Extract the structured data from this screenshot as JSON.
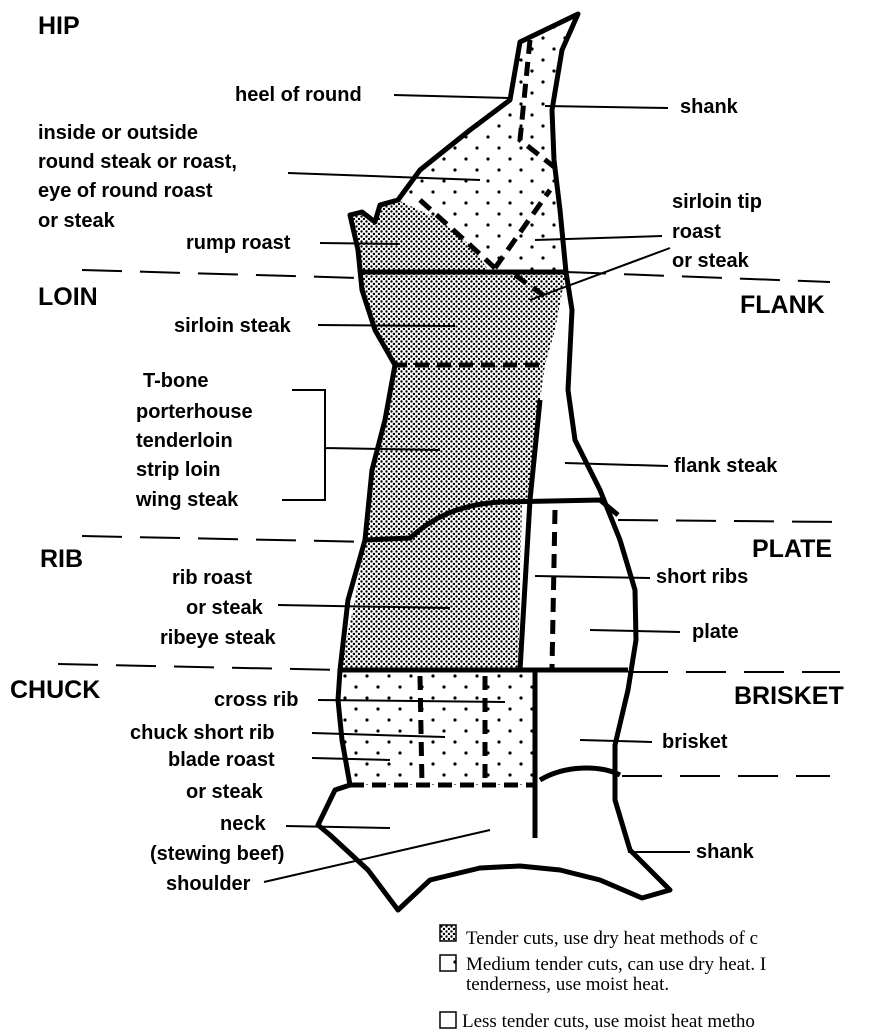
{
  "sections": {
    "hip": "HIP",
    "loin": "LOIN",
    "flank": "FLANK",
    "rib": "RIB",
    "plate": "PLATE",
    "chuck": "CHUCK",
    "brisket": "BRISKET"
  },
  "left_labels": {
    "heel_of_round": "heel of round",
    "round_1": "inside or outside",
    "round_2": "round steak or roast,",
    "round_3": "eye of round roast",
    "round_4": "or steak",
    "rump_roast": "rump roast",
    "sirloin_steak": "sirloin steak",
    "tbone": "T-bone",
    "porterhouse": "porterhouse",
    "tenderloin": "tenderloin",
    "strip_loin": "strip loin",
    "wing_steak": "wing steak",
    "rib_roast": "rib roast",
    "or_steak": "or steak",
    "ribeye_steak": "ribeye steak",
    "cross_rib": "cross rib",
    "chuck_short_rib": "chuck short rib",
    "blade_roast": "blade roast",
    "blade_or_steak": "or steak",
    "neck": "neck",
    "stewing_beef": "(stewing beef)",
    "shoulder": "shoulder"
  },
  "right_labels": {
    "shank_top": "shank",
    "sirloin_tip_1": "sirloin tip",
    "sirloin_tip_2": "roast",
    "sirloin_tip_3": "or steak",
    "flank_steak": "flank steak",
    "short_ribs": "short ribs",
    "plate": "plate",
    "brisket": "brisket",
    "shank_bottom": "shank"
  },
  "legend": {
    "tender": "Tender cuts, use dry heat methods of c",
    "medium_1": "Medium tender cuts, can use dry heat. I",
    "medium_2": "tenderness, use moist heat.",
    "less": "Less tender cuts, use moist heat metho"
  },
  "colors": {
    "ink": "#000000",
    "paper": "#ffffff"
  }
}
